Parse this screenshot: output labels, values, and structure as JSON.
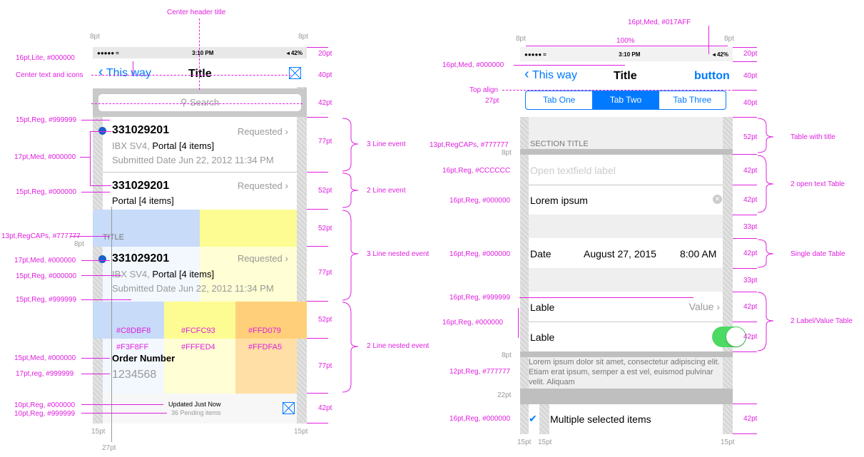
{
  "annotations": {
    "center_header_title": "Center header title",
    "pt8_left": "8pt",
    "pt8_right": "8pt",
    "a16_lite": "16pt,Lite, #000000",
    "center_text_icons": "Center text and icons",
    "a15_reg_999": "15pt,Reg, #999999",
    "a17_med": "17pt,Med, #000000",
    "a15_reg_000": "15pt,Reg, #000000",
    "a13_caps": "13pt,RegCAPs, #777777",
    "pt8_mid": "8pt",
    "a17_med_2": "17pt,Med, #000000",
    "a15_reg_000_2": "15pt,Reg, #000000",
    "a15_reg_999_2": "15pt,Reg, #999999",
    "a15_med": "15pt,Med, #000000",
    "a17_reg_999": "17pt,reg, #999999",
    "a10_reg_000": "10pt,Reg, #000000",
    "a10_reg_999": "10pt,Reg, #999999",
    "pt15_bl": "15pt",
    "pt15_br": "15pt",
    "pt27_b": "27pt",
    "h20": "20pt",
    "h40": "40pt",
    "h42": "42pt",
    "h77": "77pt",
    "h52": "52pt",
    "h52b": "52pt",
    "h77b": "77pt",
    "h52c": "52pt",
    "h77c": "77pt",
    "h42b": "42pt",
    "line3": "3 Line event",
    "line2": "2 Line event",
    "line3n": "3 Line nested event",
    "line2n": "2 Line nested event",
    "c1": "#C8DBF8",
    "c2": "#FCFC93",
    "c3": "#FFD079",
    "c4": "#F3F8FF",
    "c5": "#FFFED4",
    "c6": "#FFDFA5",
    "r16_med_017": "16pt,Med, #017AFF",
    "r8_l": "8pt",
    "r8_r": "8pt",
    "r100": "100%",
    "r16_med_000": "16pt,Med, #000000",
    "r_top_align": "Top align",
    "r_27pt": "27pt",
    "r13_caps": "13pt,RegCAPs, #777777",
    "r8_mid": "8pt",
    "r16_ccc": "16pt,Reg, #CCCCCC",
    "r16_000_a": "16pt,Reg, #000000",
    "r16_000_b": "16pt,Reg, #000000",
    "r16_999": "16pt,Reg, #999999",
    "r16_000_c": "16pt,Reg, #000000",
    "r8_mid2": "8pt",
    "r12_777": "12pt,Reg, #777777",
    "r22": "22pt",
    "r16_000_d": "16pt,Reg, #000000",
    "r15_a": "15pt",
    "r15_b": "15pt",
    "r15_c": "15pt",
    "rh20": "20pt",
    "rh40": "40pt",
    "rh40b": "40pt",
    "rh52": "52pt",
    "rh42": "42pt",
    "rh42b": "42pt",
    "rh33": "33pt",
    "rh42c": "42pt",
    "rh33b": "33pt",
    "rh42d": "42pt",
    "rh42e": "42pt",
    "rh42f": "42pt",
    "r_table_title": "Table with title",
    "r_open_text": "2 open text Table",
    "r_single_date": "Single date Table",
    "r_label_value": "2 Label/Value Table"
  },
  "left_phone": {
    "status": {
      "signal": "●●●●● ≈",
      "time": "3:10 PM",
      "battery": "◂ 42%"
    },
    "nav": {
      "back": "This way",
      "title": "Title"
    },
    "search_placeholder": "Search",
    "event1": {
      "number": "331029201",
      "status": "Requested",
      "line2_gray": "IBX SV4,",
      "line2_black": "Portal [4 items]",
      "line3": "Submitted Date Jun 22, 2012 11:34 PM"
    },
    "event2": {
      "number": "331029201",
      "status": "Requested",
      "line2": "Portal [4 items]"
    },
    "section_title": "TITLE",
    "event3": {
      "number": "331029201",
      "status": "Requested",
      "line2_gray": "IBX SV4,",
      "line2_black": "Portal [4 items]",
      "line3": "Submitted Date Jun 22, 2012 11:34 PM"
    },
    "order": {
      "label": "Order Number",
      "value": "1234568"
    },
    "footer": {
      "updated": "Updated  Just  Now",
      "pending": "36 Pending items"
    }
  },
  "right_phone": {
    "status": {
      "signal": "●●●●● ≈",
      "time": "3:10 PM",
      "battery": "◂ 42%"
    },
    "nav": {
      "back": "This way",
      "title": "Title",
      "button": "button"
    },
    "tabs": [
      "Tab One",
      "Tab Two",
      "Tab Three"
    ],
    "section_title": "SECTION TITLE",
    "textfield_placeholder": "Open textfield label",
    "textfield_value": "Lorem ipsum",
    "date": {
      "label": "Date",
      "value": "August 27, 2015",
      "time": "8:00 AM"
    },
    "lable1": {
      "label": "Lable",
      "value": "Value"
    },
    "lable2": {
      "label": "Lable"
    },
    "paragraph": "Lorem ipsum dolor sit amet, consectetur adipiscing elit. Etiam erat ipsum, semper a est vel, euismod pulvinar velit. Aliquam",
    "multi": "Multiple selected items"
  },
  "colors": {
    "accent": "#017AFF",
    "magenta": "#E020E0",
    "blue_dot": "#1A5FC8",
    "toggle": "#4CD964"
  }
}
